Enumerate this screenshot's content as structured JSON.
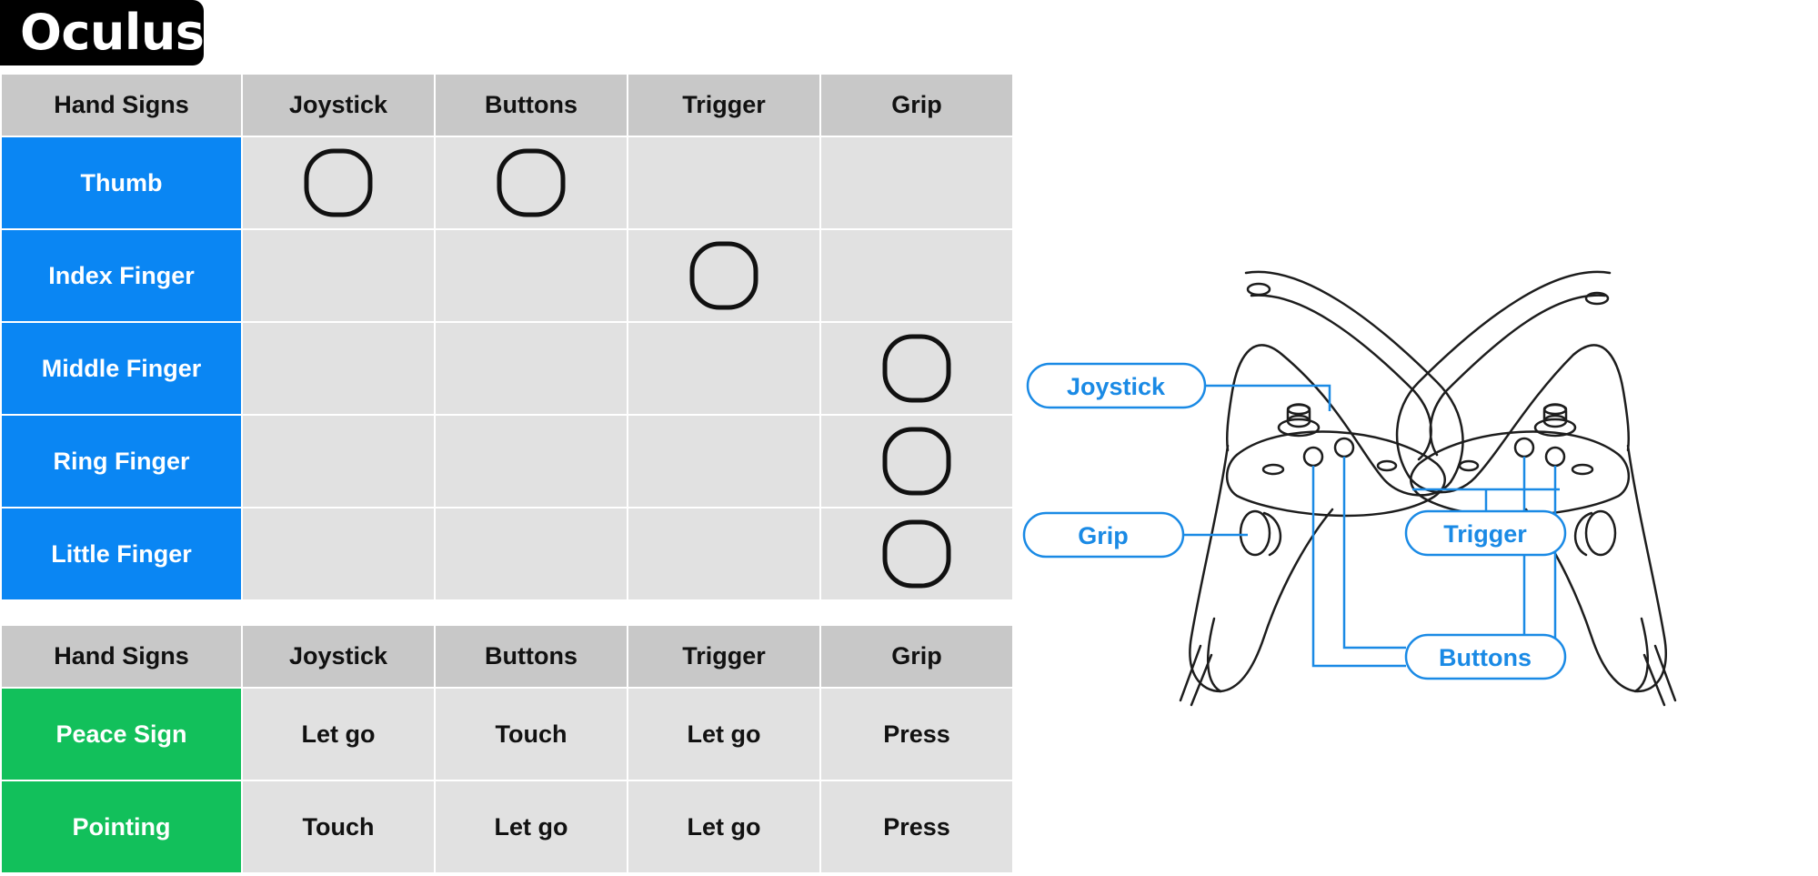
{
  "brand": {
    "title": "Oculus"
  },
  "table1": {
    "headers": [
      "Hand Signs",
      "Joystick",
      "Buttons",
      "Trigger",
      "Grip"
    ],
    "rows": [
      {
        "label": "Thumb",
        "cells": [
          true,
          true,
          false,
          false
        ]
      },
      {
        "label": "Index Finger",
        "cells": [
          false,
          false,
          true,
          false
        ]
      },
      {
        "label": "Middle Finger",
        "cells": [
          false,
          false,
          false,
          true
        ]
      },
      {
        "label": "Ring Finger",
        "cells": [
          false,
          false,
          false,
          true
        ]
      },
      {
        "label": "Little Finger",
        "cells": [
          false,
          false,
          false,
          true
        ]
      }
    ],
    "mark_symbol": "circle-mark",
    "row_color": "#0a86f3"
  },
  "table2": {
    "headers": [
      "Hand Signs",
      "Joystick",
      "Buttons",
      "Trigger",
      "Grip"
    ],
    "rows": [
      {
        "label": "Peace Sign",
        "cells": [
          "Let go",
          "Touch",
          "Let go",
          "Press"
        ]
      },
      {
        "label": "Pointing",
        "cells": [
          "Touch",
          "Let go",
          "Let go",
          "Press"
        ]
      }
    ],
    "row_color": "#12c05b"
  },
  "diagram": {
    "labels": {
      "joystick": "Joystick",
      "grip": "Grip",
      "trigger": "Trigger",
      "buttons": "Buttons"
    },
    "callout_color": "#1a8ae5"
  }
}
